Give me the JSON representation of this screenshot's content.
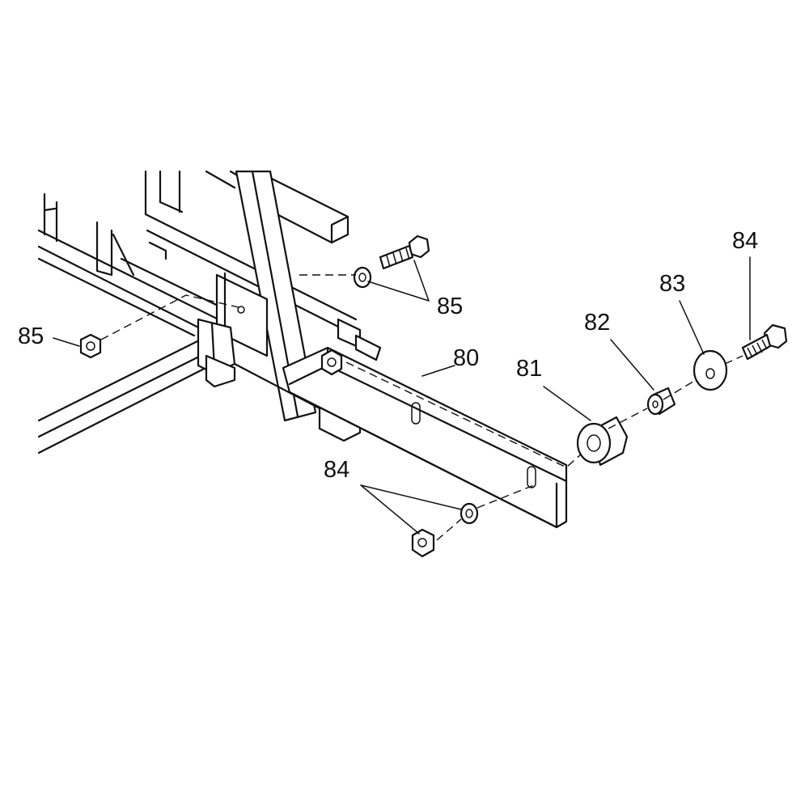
{
  "callouts": {
    "c80": "80",
    "c81": "81",
    "c82": "82",
    "c83": "83",
    "c84_top": "84",
    "c84_bottom": "84",
    "c85_left": "85",
    "c85_right": "85"
  },
  "colors": {
    "line": "#111111",
    "background": "#ffffff"
  }
}
